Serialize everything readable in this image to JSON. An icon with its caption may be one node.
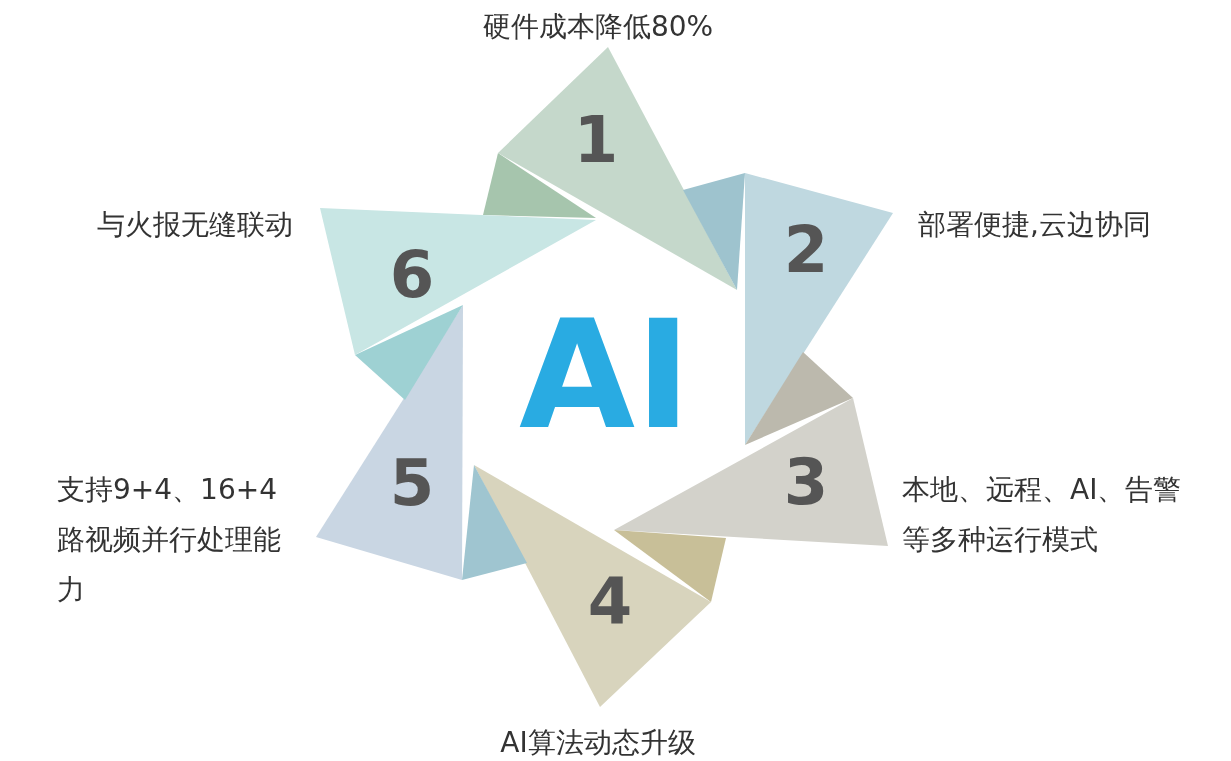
{
  "diagram": {
    "nodes": [
      {
        "text": [
          "1"
        ],
        "beside": [
          "硬件成本降低80%"
        ]
      },
      {
        "text": [
          "2"
        ],
        "beside": [
          "部署便捷,云边协同"
        ]
      },
      {
        "text": [
          "3"
        ],
        "beside": [
          "本地、远程、AI、告警等多种运行模式"
        ]
      },
      {
        "text": [
          "4"
        ],
        "beside": [
          "AI算法动态升级"
        ]
      },
      {
        "text": [
          "5"
        ],
        "beside": [
          "支持9+4、16+4路视频并行处理能力"
        ]
      },
      {
        "text": [
          "6"
        ],
        "beside": [
          "与火报无缝联动"
        ]
      }
    ],
    "labels": [
      "AI"
    ]
  }
}
